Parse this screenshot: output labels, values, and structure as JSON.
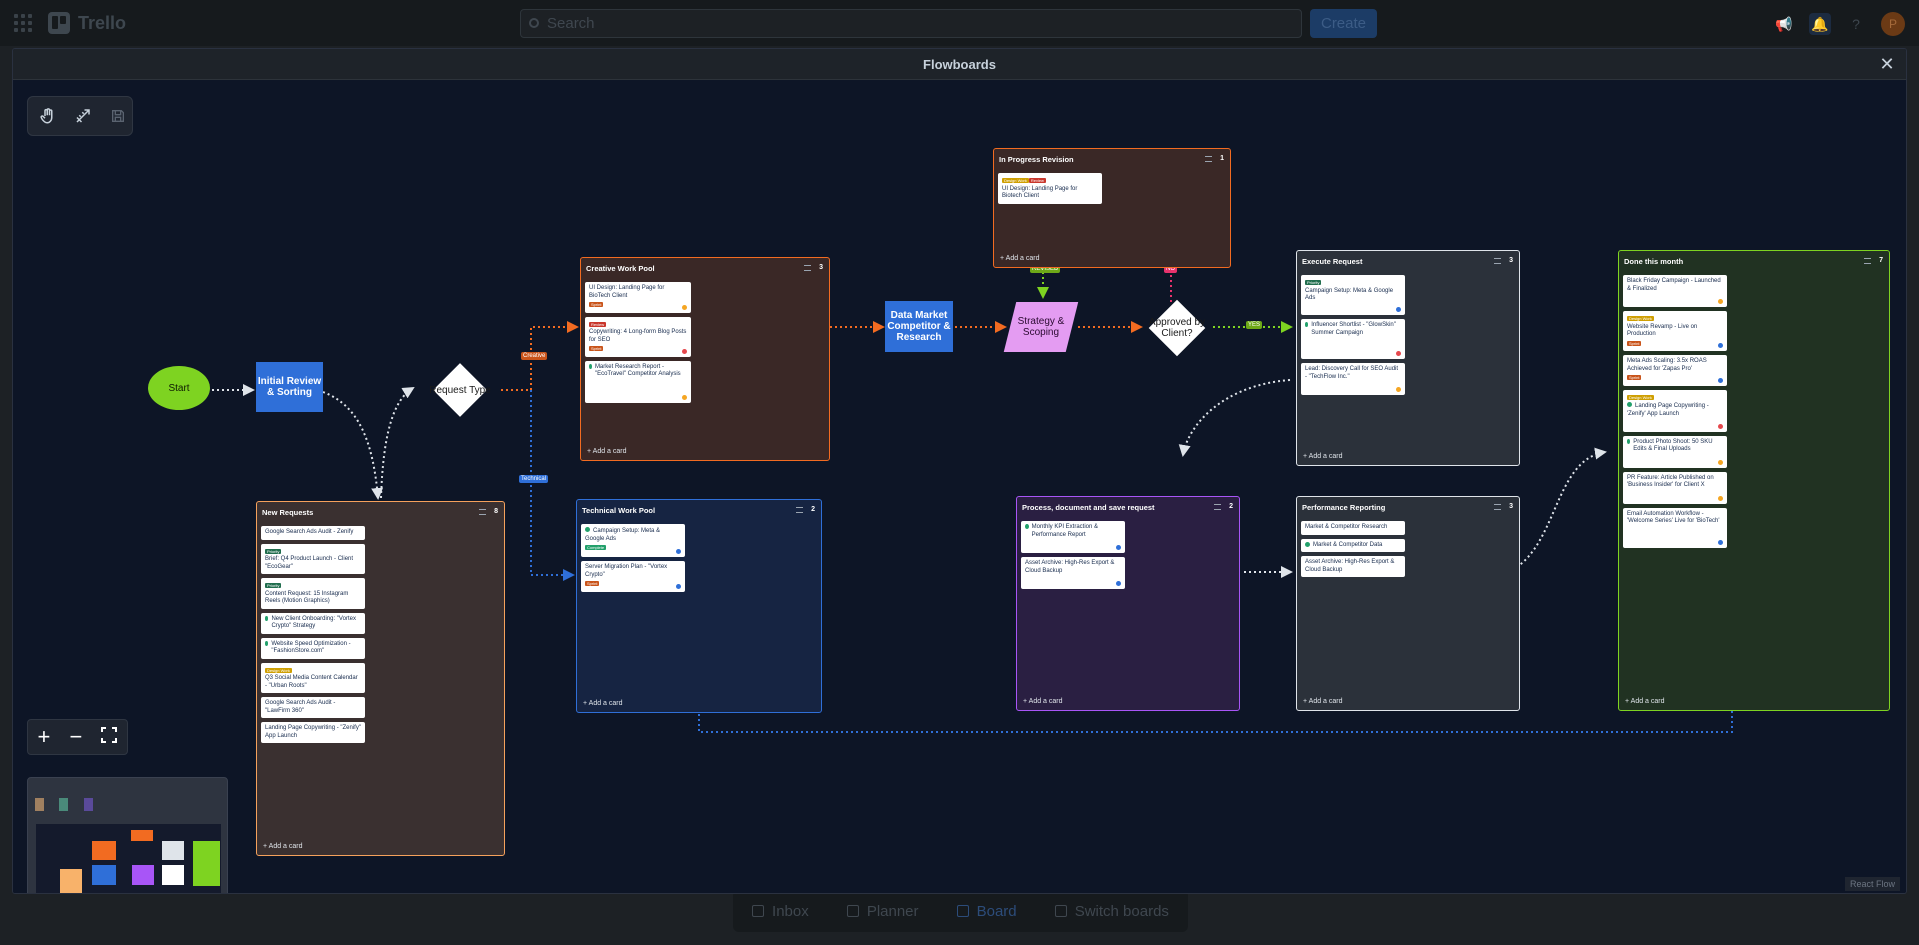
{
  "app": {
    "name": "Trello"
  },
  "header": {
    "search_placeholder": "Search",
    "create_label": "Create",
    "avatar_initial": "P"
  },
  "bottom_tabs": [
    {
      "label": "Inbox"
    },
    {
      "label": "Planner"
    },
    {
      "label": "Board",
      "active": true
    },
    {
      "label": "Switch boards"
    }
  ],
  "modal": {
    "title": "Flowboards",
    "close_label": "✕"
  },
  "react_flow_label": "React Flow",
  "flow": {
    "start": "Start",
    "initial_review": "Initial Review & Sorting",
    "request_type": "Request Type",
    "data_market": "Data Market Competitor & Research",
    "strategy": "Strategy & Scoping",
    "approved": "Approved by Client?",
    "edge_labels": {
      "creative": "Creative",
      "technical": "Technical",
      "revised": "REVISED",
      "no": "NO",
      "yes": "YES"
    }
  },
  "lists": {
    "new_requests": {
      "title": "New Requests",
      "count": "8",
      "add": "+ Add a card",
      "cards": [
        {
          "text": "Google Search Ads Audit - Zenify"
        },
        {
          "text": "Brief: Q4 Product Launch - Client \"EcoGear\"",
          "label": "Priority"
        },
        {
          "text": "Content Request: 15 Instagram Reels (Motion Graphics)",
          "label": "Priority"
        },
        {
          "text": "New Client Onboarding: \"Vortex Crypto\" Strategy",
          "done": true
        },
        {
          "text": "Website Speed Optimization - \"FashionStore.com\"",
          "done": true
        },
        {
          "text": "Q3 Social Media Content Calendar - \"Urban Roots\"",
          "label": "Design Work"
        },
        {
          "text": "Google Search Ads Audit - \"LawFirm 360\""
        },
        {
          "text": "Landing Page Copywriting - \"Zenify\" App Launch"
        }
      ]
    },
    "creative": {
      "title": "Creative Work Pool",
      "count": "3",
      "add": "+ Add a card",
      "cards": [
        {
          "text": "UI Design: Landing Page for BioTech Client",
          "badge": "Sprint"
        },
        {
          "text": "Copywriting: 4 Long-form Blog Posts for SEO",
          "label": "Review",
          "badge": "Sprint"
        },
        {
          "text": "Market Research Report - \"EcoTravel\" Competitor Analysis",
          "done": true
        }
      ]
    },
    "technical": {
      "title": "Technical Work Pool",
      "count": "2",
      "add": "+ Add a card",
      "cards": [
        {
          "text": "Campaign Setup: Meta & Google Ads",
          "done": true,
          "badge": "Complete"
        },
        {
          "text": "Server Migration Plan - \"Vortex Crypto\"",
          "badge": "Sprint"
        }
      ]
    },
    "in_progress": {
      "title": "In Progress Revision",
      "count": "1",
      "add": "+ Add a card",
      "cards": [
        {
          "text": "UI Design: Landing Page for Biotech Client",
          "label": "Design Work",
          "label2": "Review"
        }
      ]
    },
    "process": {
      "title": "Process, document and save request",
      "count": "2",
      "add": "+ Add a card",
      "cards": [
        {
          "text": "Monthly KPI Extraction & Performance Report",
          "done": true
        },
        {
          "text": "Asset Archive: High-Res Export & Cloud Backup"
        }
      ]
    },
    "execute": {
      "title": "Execute Request",
      "count": "3",
      "add": "+ Add a card",
      "cards": [
        {
          "text": "Campaign Setup: Meta & Google Ads",
          "label": "Priority"
        },
        {
          "text": "Influencer Shortlist - \"GlowSkin\" Summer Campaign",
          "done": true
        },
        {
          "text": "Lead: Discovery Call for SEO Audit - \"TechFlow Inc.\""
        }
      ]
    },
    "performance": {
      "title": "Performance Reporting",
      "count": "3",
      "add": "+ Add a card",
      "cards": [
        {
          "text": "Market & Competitor Research"
        },
        {
          "text": "Market & Competitor Data",
          "done": true
        },
        {
          "text": "Asset Archive: High-Res Export & Cloud Backup"
        }
      ]
    },
    "done": {
      "title": "Done this month",
      "count": "7",
      "add": "+ Add a card",
      "cards": [
        {
          "text": "Black Friday Campaign - Launched & Finalized"
        },
        {
          "text": "Website Revamp - Live on Production",
          "label": "Design Work",
          "badge": "Sprint"
        },
        {
          "text": "Meta Ads Scaling: 3.5x ROAS Achieved for 'Zapas Pro'",
          "badge": "Sprint"
        },
        {
          "text": "Landing Page Copywriting - 'Zenify' App Launch",
          "label": "Design Work",
          "done": true
        },
        {
          "text": "Product Photo Shoot: 50 SKU Edits & Final Uploads",
          "done": true
        },
        {
          "text": "PR Feature: Article Published on 'Business Insider' for Client X"
        },
        {
          "text": "Email Automation Workflow - 'Welcome Series' Live for 'BioTech'"
        }
      ]
    }
  },
  "colors": {
    "orange": "#f26b21",
    "blue": "#2f6fd8",
    "green": "#7ed321",
    "purple": "#a855f7",
    "pink": "#e8336d",
    "white": "#dfe4ea"
  }
}
